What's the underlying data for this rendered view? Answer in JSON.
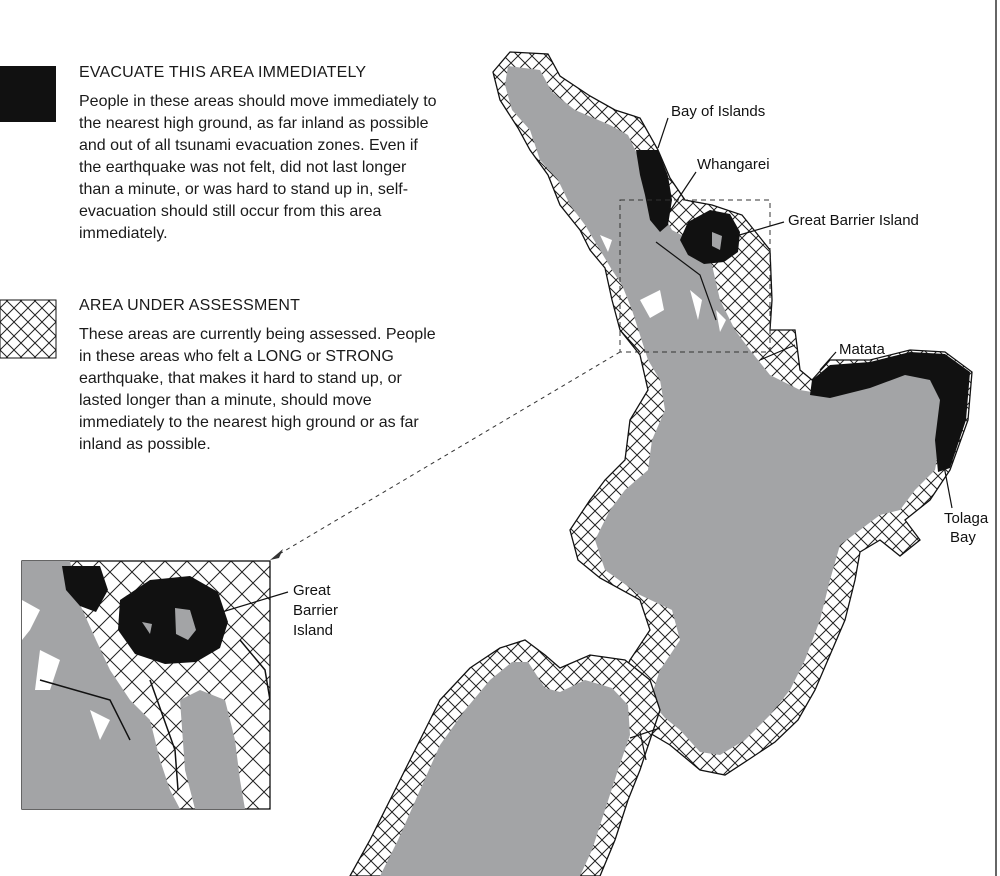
{
  "legend": {
    "evacuate": {
      "title": "EVACUATE THIS AREA IMMEDIATELY",
      "description": "People in these areas should move immediately to the nearest high ground, as far inland as possible and out of all tsunami evacuation zones. Even if the earthquake was not felt, did not last longer than a minute, or was hard to stand up in, self-evacuation should still occur from this area immediately.",
      "color": "#111111"
    },
    "assessment": {
      "title": "AREA UNDER ASSESSMENT",
      "description": "These areas are currently being assessed. People in these areas who felt a LONG or STRONG earthquake, that makes it hard to stand up, or lasted longer than a minute, should move immediately to the nearest high ground or as far inland as possible.",
      "pattern": "crosshatch"
    }
  },
  "map": {
    "land_color": "#a3a4a6",
    "labels": {
      "bay_of_islands": "Bay of Islands",
      "whangarei": "Whangarei",
      "great_barrier_island": "Great Barrier Island",
      "matata": "Matata",
      "tolaga_bay_line1": "Tolaga",
      "tolaga_bay_line2": "Bay"
    }
  },
  "inset": {
    "label_line1": "Great",
    "label_line2": "Barrier",
    "label_line3": "Island"
  }
}
